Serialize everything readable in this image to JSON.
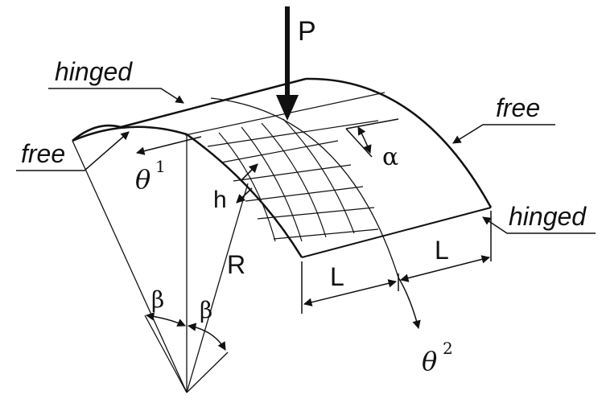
{
  "diagram": {
    "labels": {
      "load": "P",
      "hinged_top": "hinged",
      "hinged_right": "hinged",
      "free_left": "free",
      "free_right": "free",
      "theta1": "θ",
      "theta1_sup": "1",
      "theta2": "θ",
      "theta2_sup": "2",
      "thickness": "h",
      "radius": "R",
      "alpha": "α",
      "beta_left": "β",
      "beta_right": "β",
      "length_left": "L",
      "length_right": "L"
    },
    "colors": {
      "ink": "#111111",
      "background": "#ffffff"
    }
  }
}
